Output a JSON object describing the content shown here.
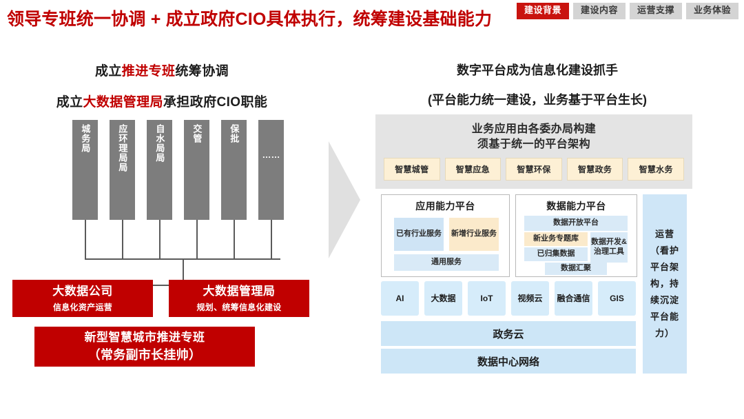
{
  "nav": {
    "tabs": [
      {
        "label": "建设背景",
        "active": true
      },
      {
        "label": "建设内容",
        "active": false
      },
      {
        "label": "运营支撑",
        "active": false
      },
      {
        "label": "业务体验",
        "active": false
      }
    ]
  },
  "title": "领导专班统一协调 + 成立政府CIO具体执行，统筹建设基础能力",
  "left": {
    "heading1_prefix": "成立",
    "heading1_highlight": "推进专班",
    "heading1_suffix": "统筹协调",
    "heading2_prefix": "成立",
    "heading2_highlight": "大数据管理局",
    "heading2_suffix": "承担政府CIO职能",
    "bureaus": [
      {
        "label": "城务局"
      },
      {
        "label": "应环理局局"
      },
      {
        "label": "自水局局"
      },
      {
        "label": "交管"
      },
      {
        "label": "保批"
      },
      {
        "label": "……"
      }
    ],
    "boxes": {
      "bigdata_company_title": "大数据公司",
      "bigdata_company_sub": "信息化资产运营",
      "bigdata_bureau_title": "大数据管理局",
      "bigdata_bureau_sub": "规划、统筹信息化建设",
      "taskforce_line1": "新型智慧城市推进专班",
      "taskforce_line2": "（常务副市长挂帅）"
    }
  },
  "right": {
    "heading1": "数字平台成为信息化建设抓手",
    "heading2": "(平台能力统一建设，业务基于平台生长)",
    "panel_title_line1": "业务应用由各委办局构建",
    "panel_title_line2": "须基于统一的平台架构",
    "biz_chips": [
      "智慧城管",
      "智慧应急",
      "智慧环保",
      "智慧政务",
      "智慧水务"
    ],
    "app_platform": {
      "title": "应用能力平台",
      "existing_service": "已有行业服务",
      "new_service": "新增行业服务",
      "common_service": "通用服务"
    },
    "data_platform": {
      "title": "数据能力平台",
      "open_platform": "数据开放平台",
      "topic_db": "新业务专题库",
      "dev_tools": "数据开发&治理工具",
      "collected_data": "已归集数据",
      "data_aggregation": "数据汇聚"
    },
    "tech_chips": [
      "AI",
      "大数据",
      "IoT",
      "视频云",
      "融合通信",
      "GIS"
    ],
    "gov_cloud": "政务云",
    "dc_network": "数据中心网络",
    "operation": "运营（看护平台架构，持续沉淀平台能力）"
  },
  "colors": {
    "brand_red": "#c00000",
    "tab_active": "#c9140f",
    "bar_gray": "#7d7d7d",
    "panel_gray": "#e4e4e4",
    "chip_yellow": "#fdf0d5",
    "chip_blue": "#d6ecfa"
  }
}
